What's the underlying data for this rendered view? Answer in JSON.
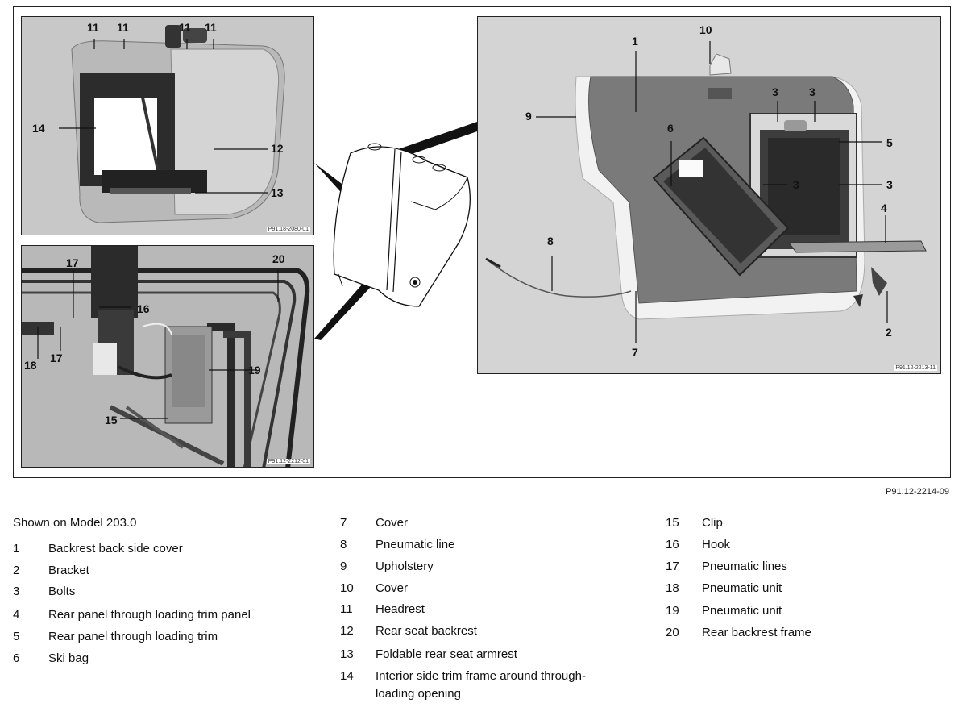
{
  "figure": {
    "reference_code": "P91.12-2214-09",
    "panel_codes": {
      "top_left": "P91.18-2080-01",
      "bottom_left": "P91.12-2212-01",
      "right": "P91.12-2213-11"
    },
    "callouts": {
      "c11a": "11",
      "c11b": "11",
      "c11c": "11",
      "c11d": "11",
      "c14": "14",
      "c12": "12",
      "c13": "13",
      "c17a": "17",
      "c17b": "17",
      "c16": "16",
      "c18": "18",
      "c19": "19",
      "c15": "15",
      "c20": "20",
      "c1": "1",
      "c10": "10",
      "c9": "9",
      "c3a": "3",
      "c3b": "3",
      "c3c": "3",
      "c3d": "3",
      "c6": "6",
      "c5": "5",
      "c4": "4",
      "c8": "8",
      "c7": "7",
      "c2": "2"
    }
  },
  "legend": {
    "title": "Shown on Model 203.0",
    "col1": [
      {
        "num": "1",
        "text": "Backrest back side cover"
      },
      {
        "num": "2",
        "text": "Bracket"
      },
      {
        "num": "3",
        "text": "Bolts"
      },
      {
        "num": "4",
        "text": "Rear panel through loading trim panel"
      },
      {
        "num": "5",
        "text": "Rear panel through loading trim"
      },
      {
        "num": "6",
        "text": "Ski bag"
      }
    ],
    "col2": [
      {
        "num": "7",
        "text": "Cover"
      },
      {
        "num": "8",
        "text": "Pneumatic line"
      },
      {
        "num": "9",
        "text": "Upholstery"
      },
      {
        "num": "10",
        "text": "Cover"
      },
      {
        "num": "11",
        "text": "Headrest"
      },
      {
        "num": "12",
        "text": "Rear seat backrest"
      },
      {
        "num": "13",
        "text": "Foldable rear seat armrest"
      },
      {
        "num": "14",
        "text": "Interior side trim frame around through-"
      },
      {
        "num": "",
        "text": "loading opening"
      }
    ],
    "col3": [
      {
        "num": "15",
        "text": "Clip"
      },
      {
        "num": "16",
        "text": "Hook"
      },
      {
        "num": "17",
        "text": "Pneumatic lines"
      },
      {
        "num": "18",
        "text": "Pneumatic unit"
      },
      {
        "num": "19",
        "text": "Pneumatic unit"
      },
      {
        "num": "20",
        "text": "Rear backrest frame"
      }
    ]
  }
}
